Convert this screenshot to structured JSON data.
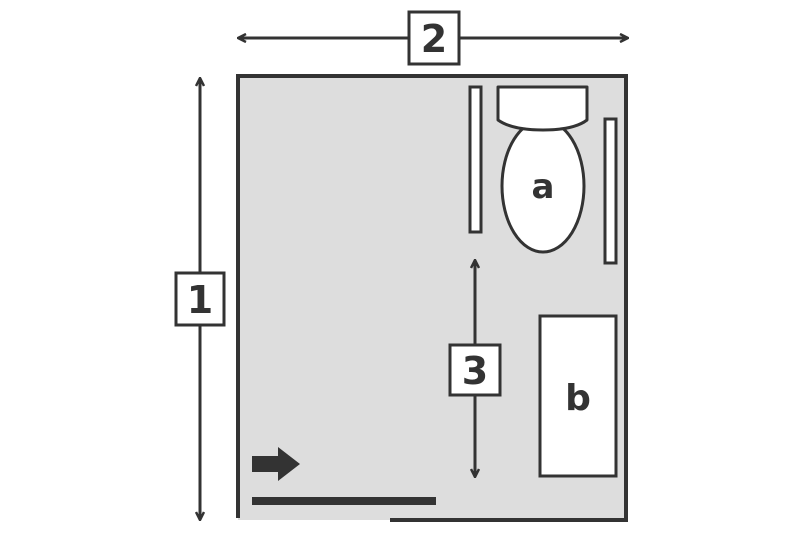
{
  "dimensions": {
    "height_label": "1",
    "width_label": "2",
    "clearance_label": "3"
  },
  "fixtures": {
    "toilet_label": "a",
    "sink_label": "b"
  },
  "colors": {
    "floor": "#dddddd",
    "stroke": "#333333",
    "fixture_fill": "#ffffff"
  },
  "icons": {
    "door_direction": "arrow-right-icon",
    "dimension_arrow": "double-arrow-icon"
  }
}
